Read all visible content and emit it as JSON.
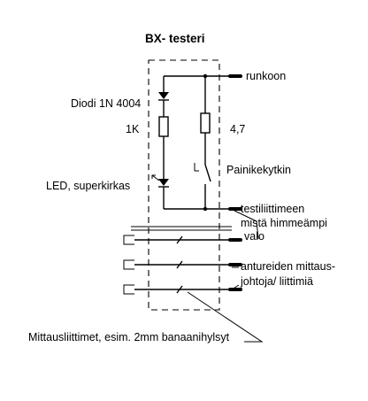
{
  "title": "BX- testeri",
  "labels": {
    "runkoon": "runkoon",
    "diode": "Diodi 1N 4004",
    "resistor_1k": "1K",
    "resistor_47": "4,7",
    "switch": "Painikekytkin",
    "led": "LED, superkirkas",
    "testjack_line1": "testiliittimeen",
    "testjack_line2": "mistä himmeämpi",
    "testjack_line3": "valo",
    "sensor_line1": "antureiden mittaus-",
    "sensor_line2": "johtoja/ liittimiä",
    "jacks_caption": "Mittausliittimet, esim. 2mm banaanihylsyt"
  }
}
